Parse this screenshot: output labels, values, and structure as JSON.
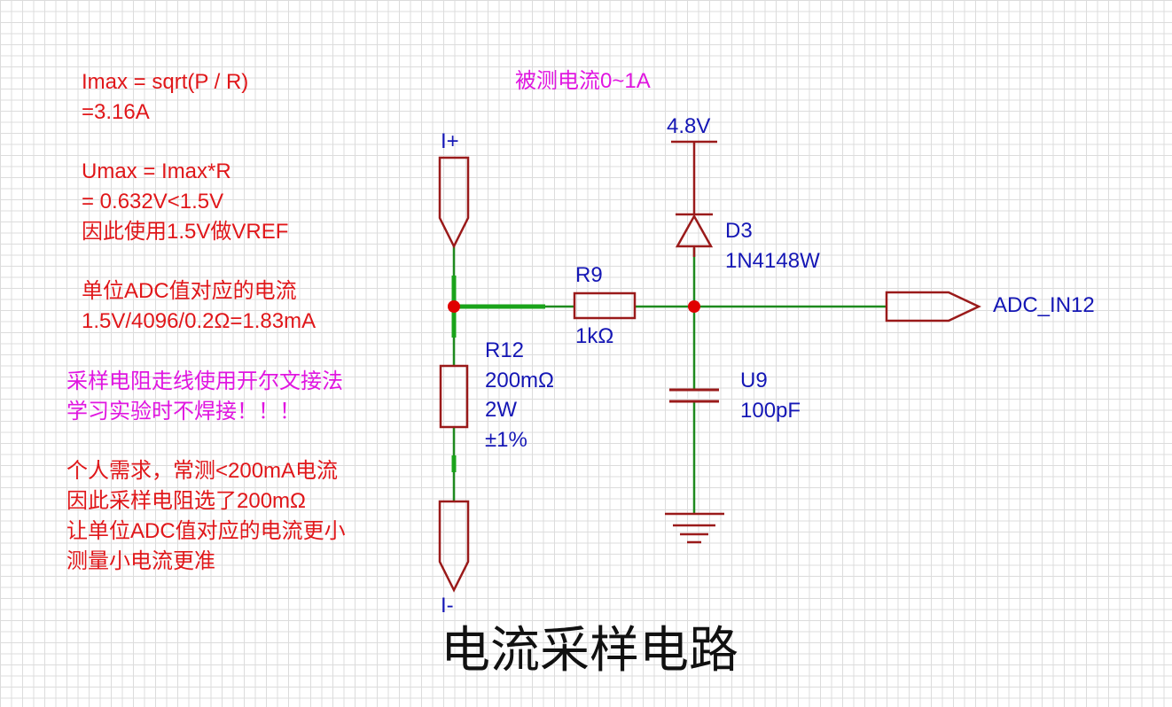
{
  "colors": {
    "symbol": "#9a1a1a",
    "wire": "#1e8a1e",
    "wire_bold": "#1aa31a",
    "junction": "#e00000",
    "note_red": "#e0171a",
    "note_magenta": "#e016e0",
    "designator": "#1517b5"
  },
  "notes": {
    "imax_formula": "Imax = sqrt(P / R)",
    "imax_value": "=3.16A",
    "umax_formula": "Umax = Imax*R",
    "umax_value": "= 0.632V<1.5V",
    "vref_note": "因此使用1.5V做VREF",
    "unit_title": "单位ADC值对应的电流",
    "unit_value": "1.5V/4096/0.2Ω=1.83mA",
    "kelvin_line1": "采样电阻走线使用开尔文接法",
    "kelvin_line2": "学习实验时不焊接！！！",
    "need_line1": "个人需求，常测<200mA电流",
    "need_line2": "因此采样电阻选了200mΩ",
    "need_line3": "让单位ADC值对应的电流更小",
    "need_line4": "测量小电流更准",
    "measured_current": "被测电流0~1A"
  },
  "components": {
    "port_in": "I+",
    "port_out": "I-",
    "supply": "4.8V",
    "r12_ref": "R12",
    "r12_value": "200mΩ",
    "r12_power": "2W",
    "r12_tolerance": "±1%",
    "r9_ref": "R9",
    "r9_value": "1kΩ",
    "d3_ref": "D3",
    "d3_part": "1N4148W",
    "u9_ref": "U9",
    "u9_value": "100pF",
    "adc_net": "ADC_IN12"
  },
  "title": "电流采样电路"
}
